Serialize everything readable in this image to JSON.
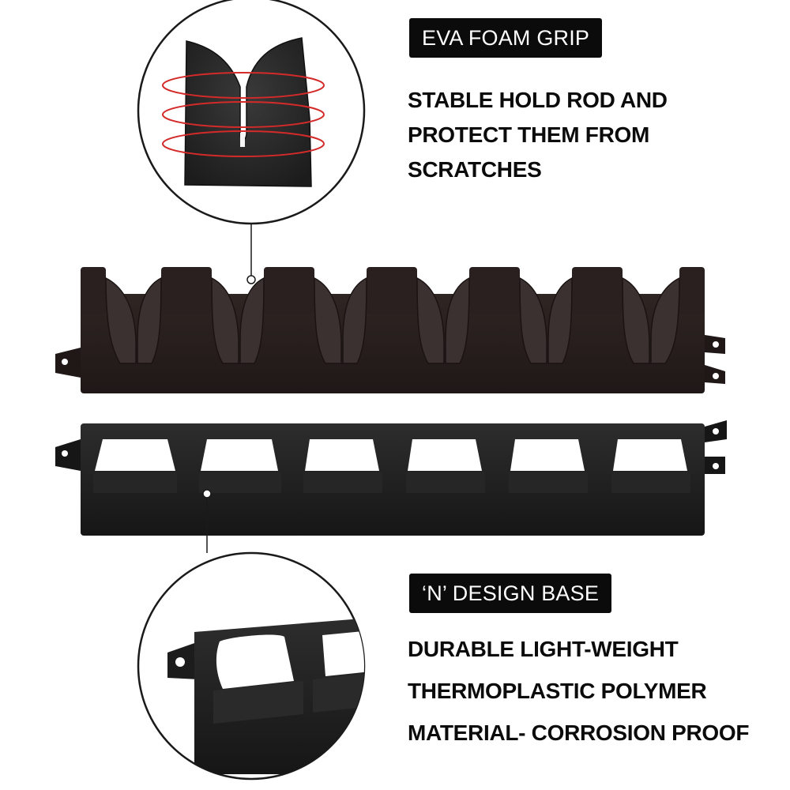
{
  "features": [
    {
      "badge": "EVA FOAM GRIP",
      "lines": [
        "STABLE HOLD ROD AND",
        "PROTECT THEM FROM",
        "SCRATCHES"
      ]
    },
    {
      "badge": "‘N’ DESIGN BASE",
      "lines": [
        "DURABLE LIGHT-WEIGHT",
        "THERMOPLASTIC POLYMER",
        "MATERIAL- CORROSION PROOF"
      ]
    }
  ],
  "colors": {
    "product": "#231b1a",
    "foam": "#2a2a2a",
    "badge_bg": "#0b0b0b",
    "text": "#0b0b0b",
    "highlight_rings": "#d42a2a"
  },
  "icons": [
    "foam-grip-closeup",
    "rod-holder-top-rack",
    "rod-holder-base-rack",
    "base-corner-closeup"
  ]
}
